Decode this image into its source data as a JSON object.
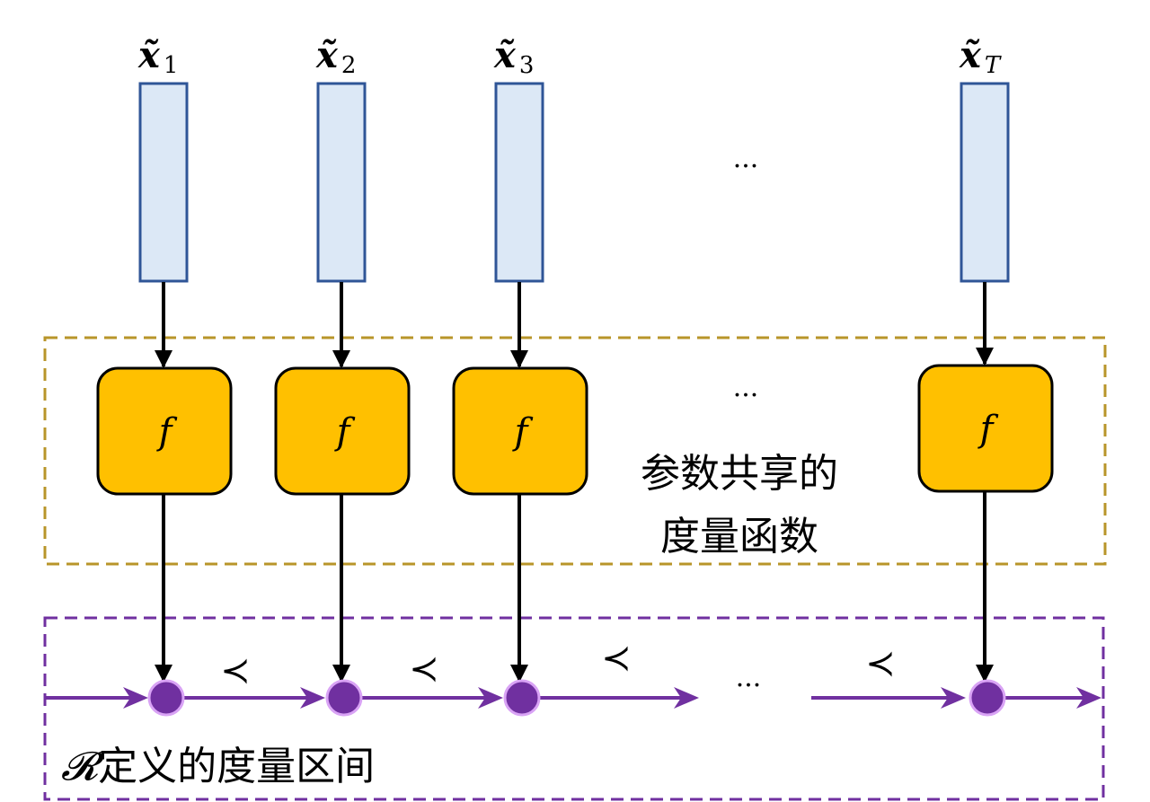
{
  "diagram": {
    "title": "",
    "inputs": [
      {
        "base": "x̃",
        "subscript": "1"
      },
      {
        "base": "x̃",
        "subscript": "2"
      },
      {
        "base": "x̃",
        "subscript": "3"
      },
      {
        "base": "x̃",
        "subscript": "T"
      }
    ],
    "function_label": "f",
    "ellipsis": "···",
    "order_symbol": "≺",
    "shared_function_group": {
      "label_line1": "参数共享的",
      "label_line2": "度量函数"
    },
    "metric_interval_group": {
      "label_symbol": "𝓡",
      "label_text": "定义的度量区间"
    },
    "colors": {
      "input_fill": "#dce8f6",
      "input_stroke": "#2f5597",
      "function_fill": "#ffc000",
      "function_stroke": "#000000",
      "shared_group_border": "#b8952a",
      "interval_group_border": "#7030a0",
      "axis_color": "#7030a0",
      "node_fill": "#7030a0",
      "node_ring": "#d9a3f5",
      "arrow_color": "#000000"
    }
  }
}
